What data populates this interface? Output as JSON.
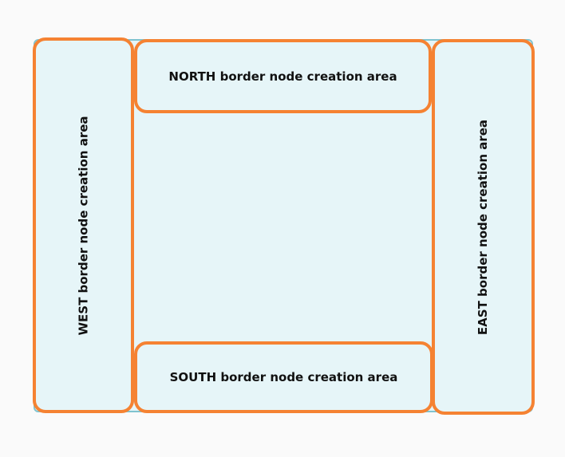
{
  "areas": {
    "north": {
      "label": "NORTH border node creation area"
    },
    "south": {
      "label": "SOUTH border node creation area"
    },
    "west": {
      "label": "WEST border node creation area"
    },
    "east": {
      "label": "EAST border node creation area"
    }
  },
  "colors": {
    "area_border": "#f58232",
    "node_fill": "#e6f5f8",
    "node_border": "#7fc3cf",
    "background": "#fafafa"
  }
}
